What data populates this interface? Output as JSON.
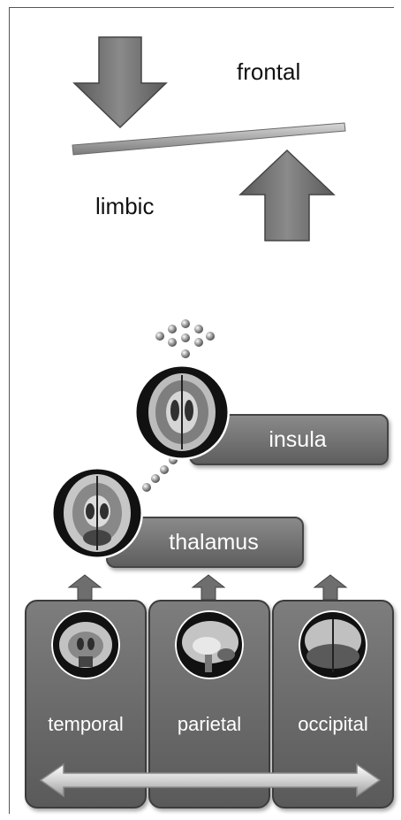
{
  "labels": {
    "frontal": "frontal",
    "limbic": "limbic",
    "insula": "insula",
    "thalamus": "thalamus"
  },
  "regions": [
    {
      "label": "temporal"
    },
    {
      "label": "parietal"
    },
    {
      "label": "occipital"
    }
  ],
  "colors": {
    "arrow_fill": "#6e6e6e",
    "panel_fill": "#6a6a6a",
    "text_dark": "#111111",
    "text_light": "#ffffff"
  }
}
